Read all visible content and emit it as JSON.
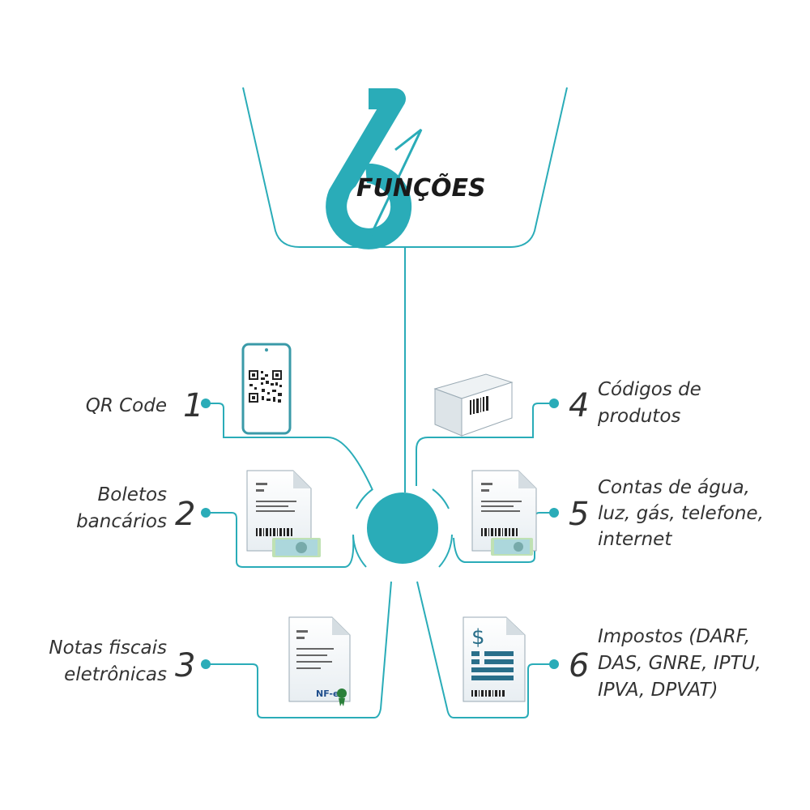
{
  "title": {
    "big_number": "6",
    "word": "FUNÇÕES"
  },
  "colors": {
    "accent": "#2AACB8",
    "text": "#333333",
    "dark": "#1a1a1a"
  },
  "functions": [
    {
      "number": "1",
      "lines": [
        "QR Code"
      ],
      "icon": "smartphone-qrcode-icon"
    },
    {
      "number": "2",
      "lines": [
        "Boletos",
        "bancários"
      ],
      "icon": "bank-slip-icon"
    },
    {
      "number": "3",
      "lines": [
        "Notas fiscais",
        "eletrônicas"
      ],
      "icon": "nfe-invoice-icon",
      "badge": "NF-e"
    },
    {
      "number": "4",
      "lines": [
        "Códigos de",
        "produtos"
      ],
      "icon": "barcode-box-icon"
    },
    {
      "number": "5",
      "lines": [
        "Contas de água,",
        "luz, gás, telefone,",
        "internet"
      ],
      "icon": "utility-bill-icon"
    },
    {
      "number": "6",
      "lines": [
        "Impostos (DARF,",
        "DAS, GNRE, IPTU,",
        "IPVA, DPVAT)"
      ],
      "icon": "tax-document-icon"
    }
  ]
}
